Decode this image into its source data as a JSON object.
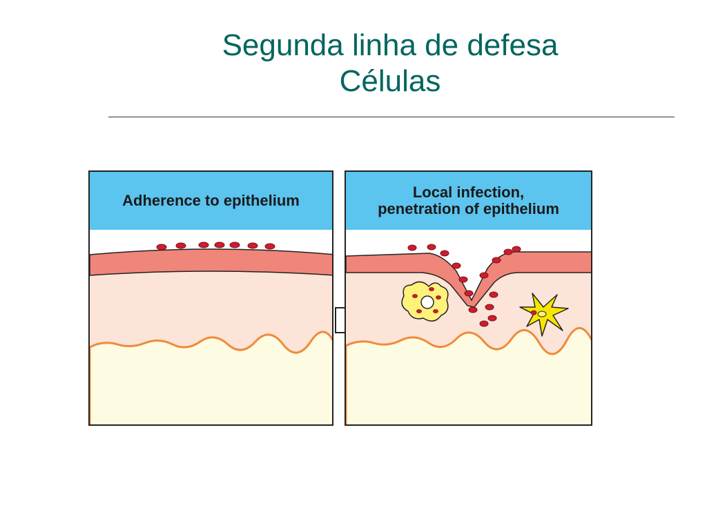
{
  "slide": {
    "title_line1": "Segunda linha de defesa",
    "title_line2": "Células"
  },
  "panels": [
    {
      "label": "Adherence to epithelium"
    },
    {
      "label_line1": "Local infection,",
      "label_line2": "penetration of epithelium"
    }
  ],
  "colors": {
    "title": "#00665e",
    "header": "#5bc4ef",
    "epithelium": "#f0857a",
    "lamina": "#fce4d8",
    "submucosa": "#fdfbe2",
    "membrane": "#f08a3a",
    "bacteria": "#cc1e2e",
    "macrophage": "#fff27a",
    "dendritic_cell": "#f6e600"
  }
}
